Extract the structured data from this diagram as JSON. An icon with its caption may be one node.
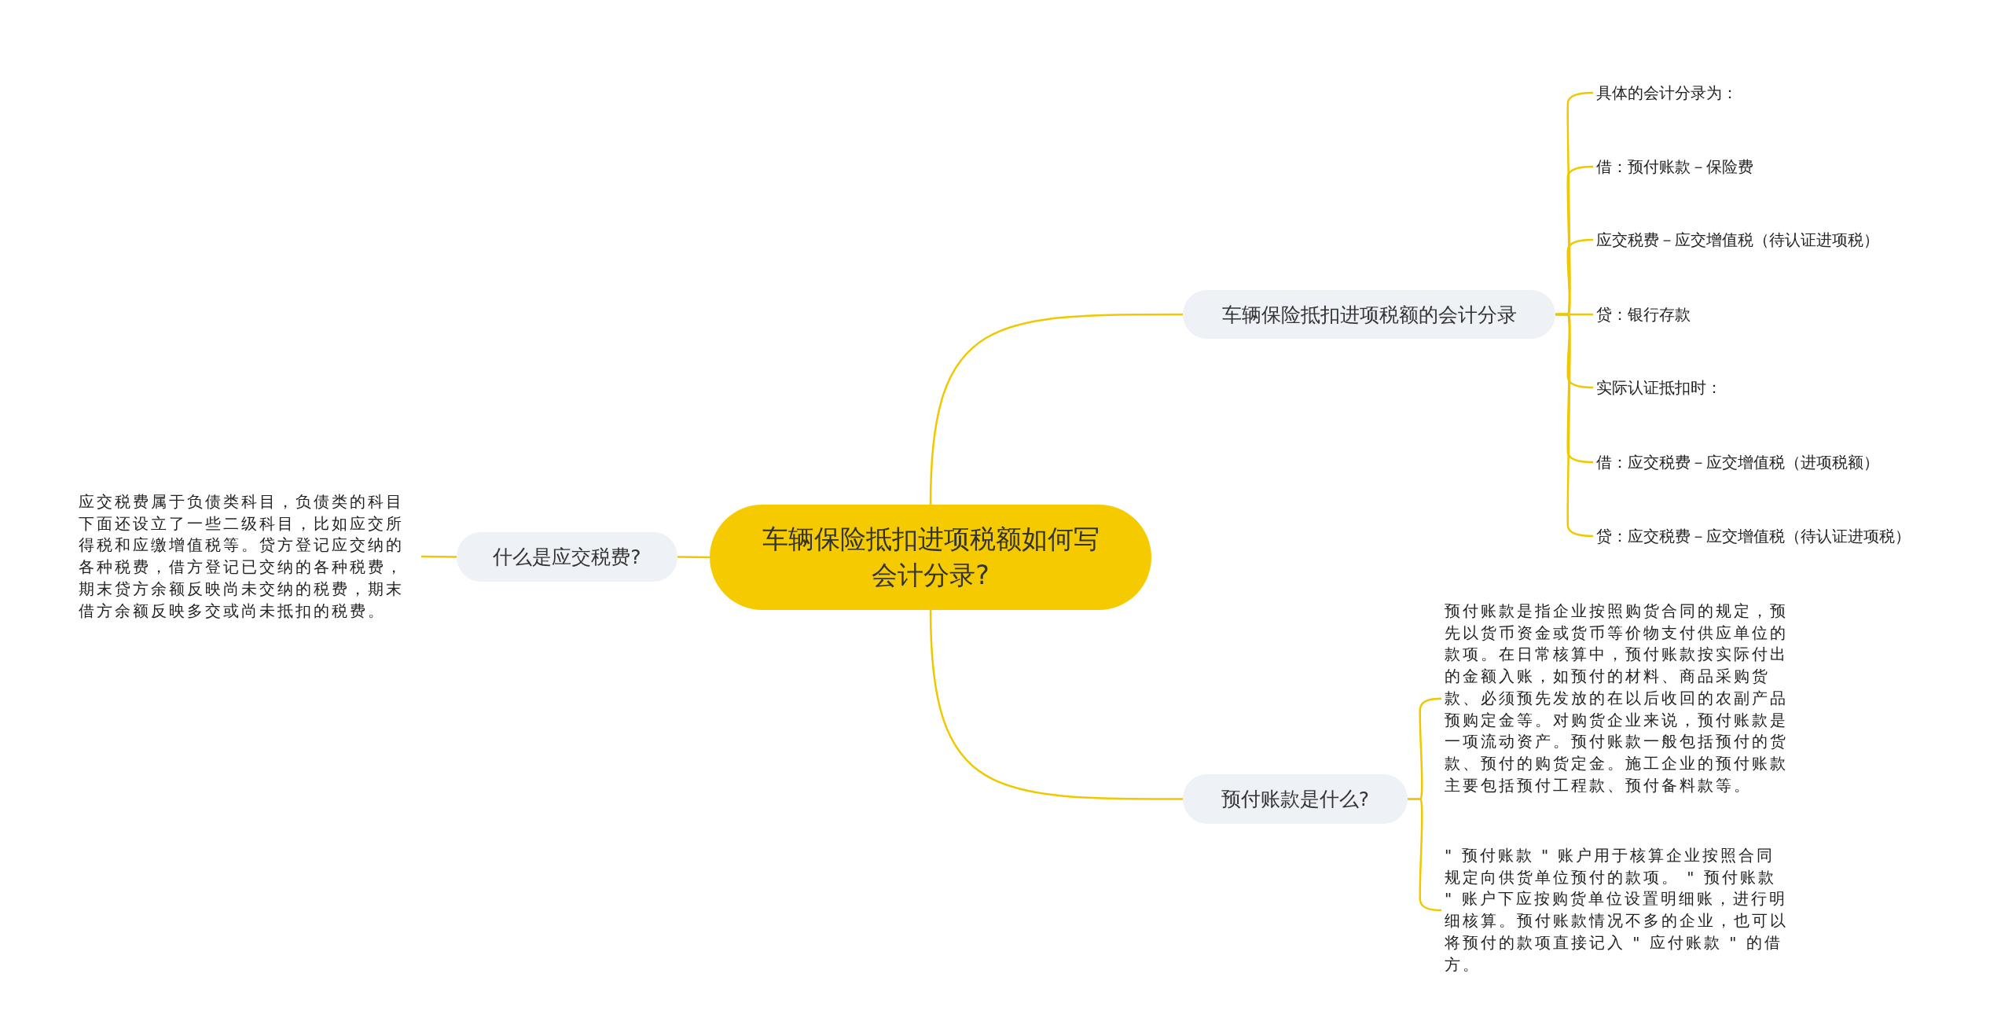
{
  "diagram": {
    "nodes": [
      {
        "text": [
          "车辆保险抵扣进项税额如何写会计分录?"
        ]
      },
      {
        "text": [
          "车辆保险抵扣进项税额的会计分录"
        ]
      },
      {
        "text": [
          "具体的会计分录为："
        ]
      },
      {
        "text": [
          "借：预付账款－保险费"
        ]
      },
      {
        "text": [
          "应交税费－应交增值税（待认证进项税）"
        ]
      },
      {
        "text": [
          "贷：银行存款"
        ]
      },
      {
        "text": [
          "实际认证抵扣时："
        ]
      },
      {
        "text": [
          "借：应交税费－应交增值税（进项税额）"
        ]
      },
      {
        "text": [
          "贷：应交税费－应交增值税（待认证进项税）"
        ]
      },
      {
        "text": [
          "预付账款是什么?"
        ]
      },
      {
        "text": [
          "预付账款是指企业按照购货合同的规定，预先以货币资金或货币等价物支付供应单位的款项。在日常核算中，预付账款按实际付出的金额入账，如预付的材料、商品采购货款、必须预先发放的在以后收回的农副产品预购定金等。对购货企业来说，预付账款是一项流动资产。预付账款一般包括预付的货款、预付的购货定金。施工企业的预付账款主要包括预付工程款、预付备料款等。"
        ]
      },
      {
        "text": [
          "\" 预付账款 \" 账户用于核算企业按照合同规定向供货单位预付的款项。 \" 预付账款 \" 账户下应按购货单位设置明细账，进行明细核算。预付账款情况不多的企业，也可以将预付的款项直接记入 \" 应付账款 \" 的借方。"
        ]
      },
      {
        "text": [
          "什么是应交税费?"
        ]
      },
      {
        "text": [
          "应交税费属于负债类科目，负债类的科目下面还设立了一些二级科目，比如应交所得税和应缴增值税等。贷方登记应交纳的各种税费，借方登记已交纳的各种税费，期末贷方余额反映尚未交纳的税费，期末借方余额反映多交或尚未抵扣的税费。"
        ]
      }
    ],
    "edges": [
      {
        "from": 0,
        "to": 1,
        "arrow": "none"
      },
      {
        "from": 1,
        "to": 2,
        "arrow": "none"
      },
      {
        "from": 1,
        "to": 3,
        "arrow": "none"
      },
      {
        "from": 1,
        "to": 4,
        "arrow": "none"
      },
      {
        "from": 1,
        "to": 5,
        "arrow": "none"
      },
      {
        "from": 1,
        "to": 6,
        "arrow": "none"
      },
      {
        "from": 1,
        "to": 7,
        "arrow": "none"
      },
      {
        "from": 1,
        "to": 8,
        "arrow": "none"
      },
      {
        "from": 0,
        "to": 9,
        "arrow": "none"
      },
      {
        "from": 9,
        "to": 10,
        "arrow": "none"
      },
      {
        "from": 9,
        "to": 11,
        "arrow": "none"
      },
      {
        "from": 0,
        "to": 12,
        "arrow": "none"
      },
      {
        "from": 12,
        "to": 13,
        "arrow": "none"
      }
    ]
  }
}
